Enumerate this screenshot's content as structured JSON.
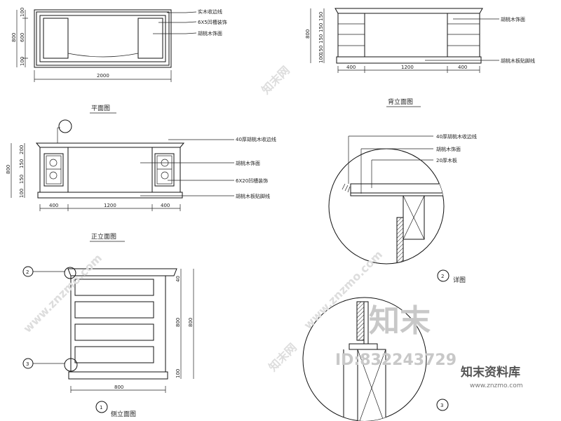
{
  "views": {
    "top_plan": {
      "title": "平面图",
      "notes": [
        "实木收边线",
        "6X5凹槽装饰",
        "胡桃木饰面"
      ],
      "dims": {
        "width": "2000",
        "depth_total": "800",
        "depth_a": "100",
        "depth_b": "600",
        "depth_c": "100"
      }
    },
    "back_elevation": {
      "title": "背立面图",
      "notes": [
        "胡桃木饰面",
        "胡桃木板贴脚线"
      ],
      "dims": {
        "left": "400",
        "mid": "1200",
        "right": "400",
        "h_total": "800",
        "h1": "150",
        "h2": "150",
        "h3": "150",
        "h4": "150",
        "h5": "100"
      }
    },
    "front_elevation": {
      "title": "正立面图",
      "notes": [
        "40厚胡桃木收边线",
        "胡桃木饰面",
        "6X20凹槽装饰",
        "胡桃木板贴脚线"
      ],
      "dims": {
        "left": "400",
        "mid": "1200",
        "right": "400",
        "h_total": "800",
        "h1": "200",
        "h2": "150",
        "h3": "150",
        "h4": "100"
      }
    },
    "side_elevation": {
      "title": "侧立面图",
      "marker": "1",
      "markers": [
        "2",
        "3"
      ],
      "dims": {
        "width": "800",
        "h_total": "800",
        "h_top": "40",
        "h_bottom": "100"
      }
    },
    "detail_2": {
      "title": "详图",
      "marker": "2",
      "notes": [
        "40厚胡桃木收边线",
        "胡桃木饰面",
        "20厚木板"
      ]
    },
    "detail_3": {
      "marker": "3"
    }
  },
  "watermarks": {
    "big": "知末",
    "id": "ID:832243729",
    "url_diag": "www.znzmo.com",
    "small_diag": "知末网"
  },
  "logo": {
    "name": "知末资料库",
    "url": "www.znzmo.com"
  }
}
